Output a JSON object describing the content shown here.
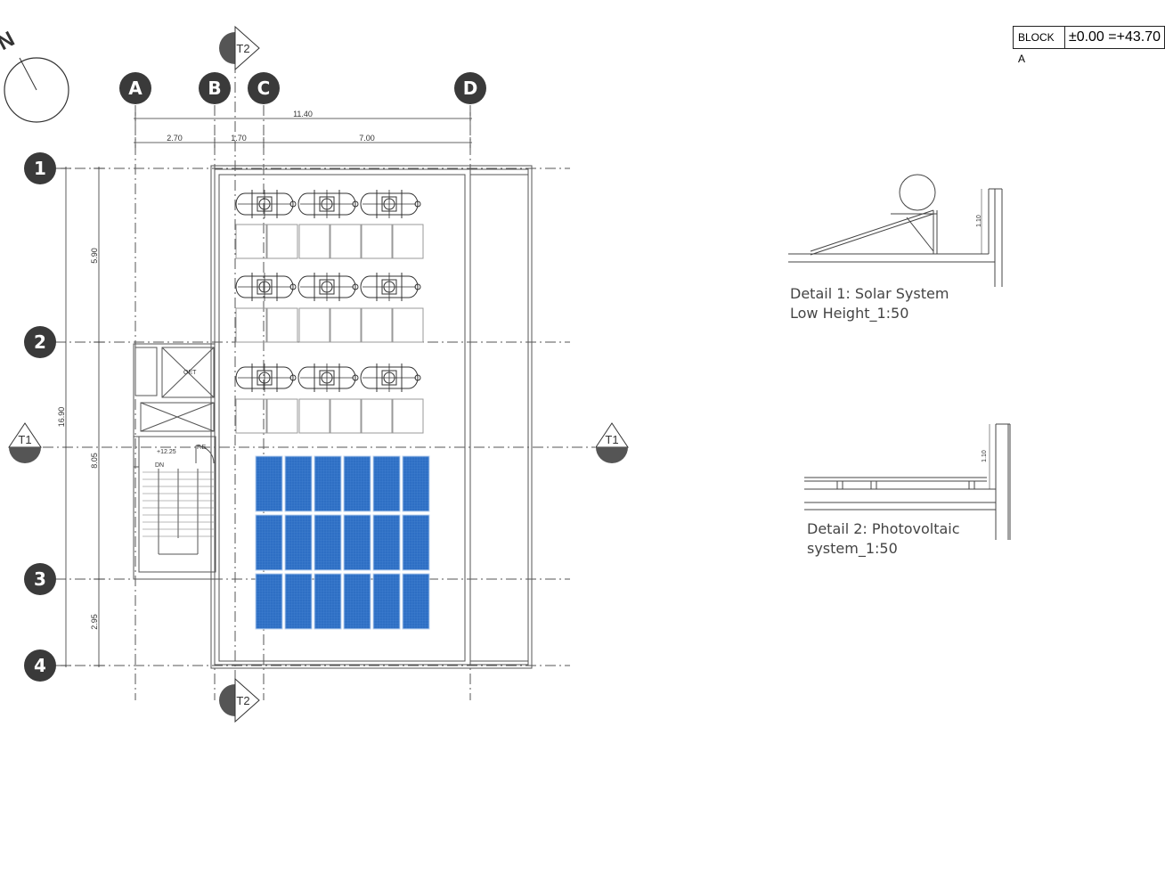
{
  "block": {
    "label": "BLOCK A",
    "level": "±0.00 =+43.70"
  },
  "north": {
    "label": "N"
  },
  "grid": {
    "columns": [
      "A",
      "B",
      "C",
      "D"
    ],
    "rows": [
      "1",
      "2",
      "3",
      "4"
    ]
  },
  "dimensions": {
    "overall_width": "11.40",
    "width_ab": "2.70",
    "width_bc": "1.70",
    "width_cd": "7.00",
    "overall_height": "16.90",
    "height_12": "5.90",
    "height_23": "8.05",
    "height_34": "2.95"
  },
  "sections": {
    "t1": "T1",
    "t2": "T2"
  },
  "plan_labels": {
    "elevation": "+12.25",
    "down": "DN",
    "fe": "F.E",
    "elevator": "ΟΕΤ"
  },
  "details": [
    {
      "line1": "Detail 1: Solar System",
      "line2": "Low Height_1:50",
      "dim": "1.10"
    },
    {
      "line1": "Detail 2: Photovoltaic",
      "line2": "system_1:50",
      "dim": "1.10"
    }
  ],
  "colors": {
    "pv_panel": "#2e6fc4",
    "bubble": "#3a3a3a",
    "line": "#555555"
  }
}
